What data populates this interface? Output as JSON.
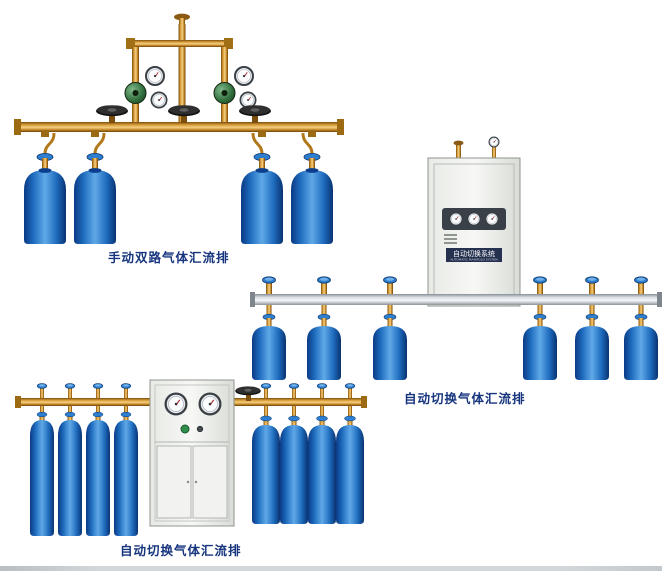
{
  "page": {
    "background": "#ffffff"
  },
  "products": [
    {
      "id": "manual-dual-manifold",
      "caption": "手动双路气体汇流排",
      "cylinders": 4
    },
    {
      "id": "auto-switch-manifold",
      "caption": "自动切换气体汇流排",
      "cylinders": 6
    },
    {
      "id": "auto-switch-manifold-cabinet",
      "caption": "自动切换气体汇流排",
      "cylinders": 8
    }
  ],
  "cabinet_nameplate": {
    "title": "自动切换系统",
    "subtitle": "AUTOMATIC MANIFOLD SYSTEM"
  },
  "colors": {
    "caption_text": "#17357e",
    "cylinder_blue_dark": "#0a3a85",
    "cylinder_blue_light": "#5fa9e8",
    "brass_pipe": "#dba03c",
    "silver_pipe": "#d9dfe4",
    "cabinet_body": "#f2f3f0",
    "valve_knob_blue": "#2e7ecf"
  }
}
